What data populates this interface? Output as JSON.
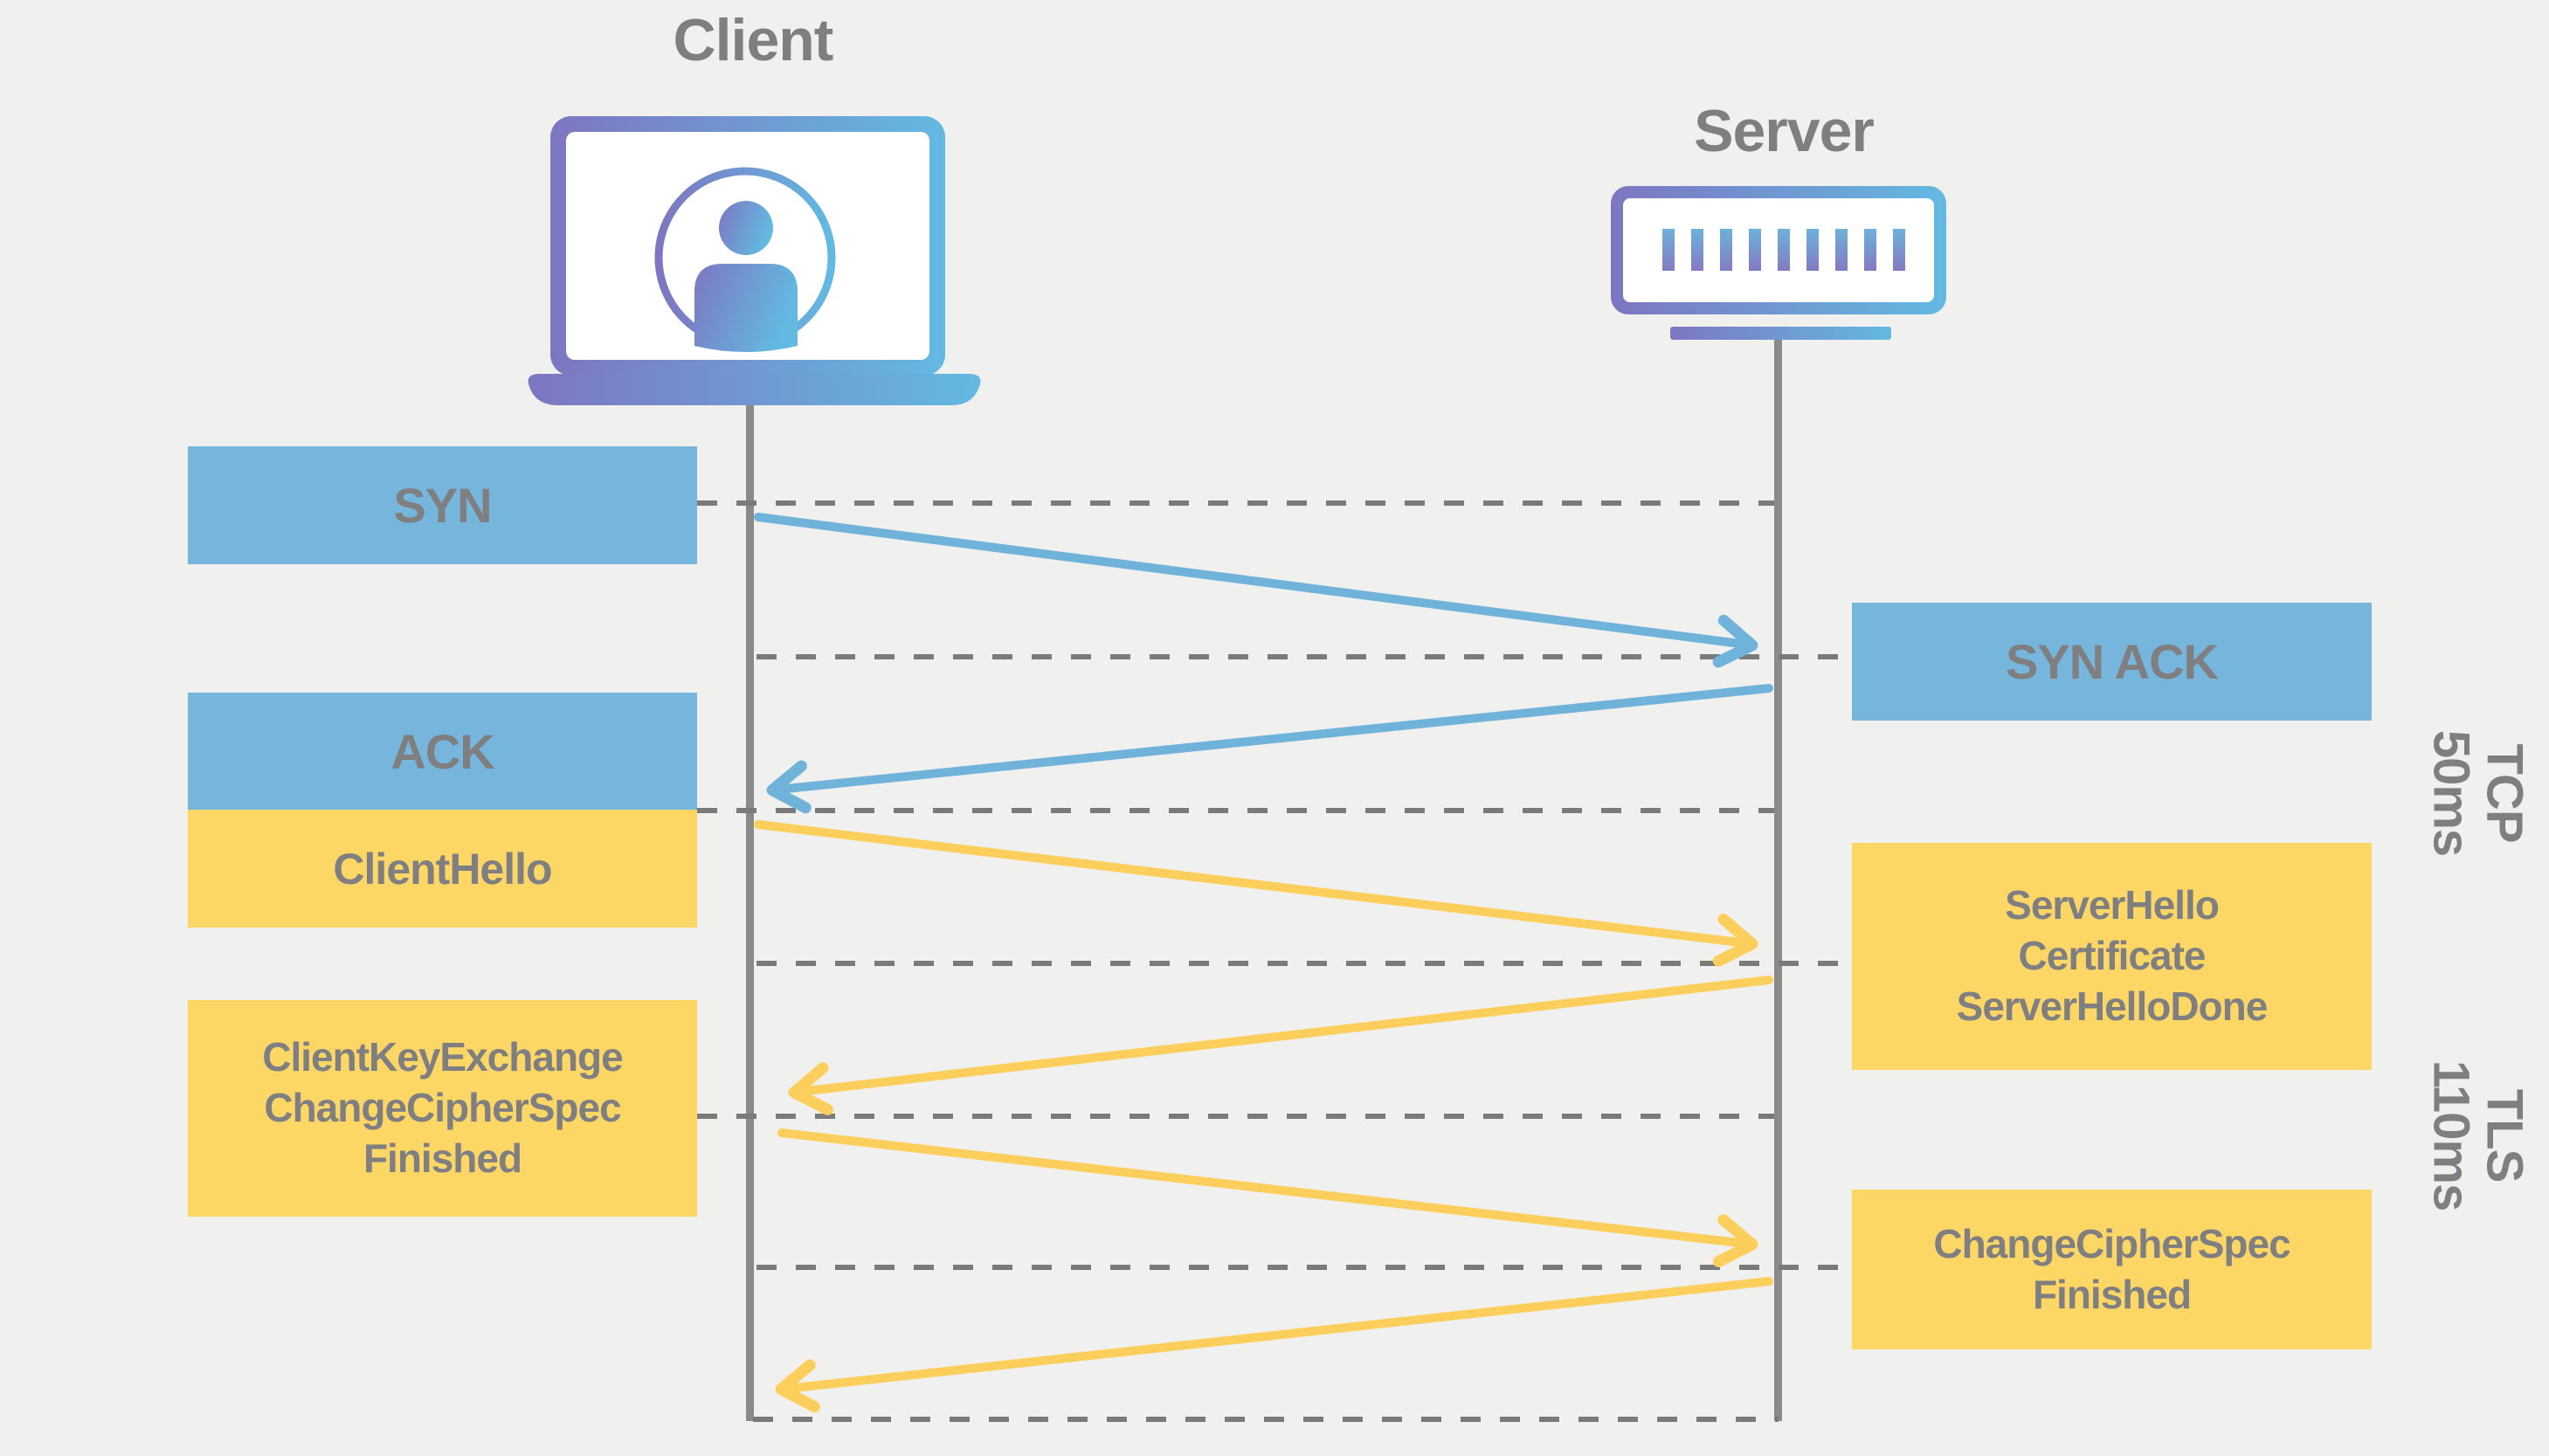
{
  "title_hint": "TCP and TLS handshake sequence diagram",
  "colors": {
    "bg": "#f0f0ee",
    "blue": "#76b5dc",
    "yellow": "#fdd765",
    "arrow-blue": "#6fb3db",
    "arrow-yellow": "#fccf5d",
    "text-gray": "#7f7f82",
    "line-gray": "#8a8a8a",
    "dash-gray": "#7a7a7a",
    "grad-purple": "#7d76c1",
    "grad-blue": "#63b9e2"
  },
  "actors": {
    "client": {
      "label": "Client",
      "icon": "laptop-user-icon"
    },
    "server": {
      "label": "Server",
      "icon": "server-icon"
    }
  },
  "messages": [
    {
      "id": "syn",
      "from": "client",
      "to": "server",
      "protocol": "TCP",
      "color": "blue",
      "lines": [
        "SYN"
      ]
    },
    {
      "id": "syn-ack",
      "from": "server",
      "to": "client",
      "protocol": "TCP",
      "color": "blue",
      "lines": [
        "SYN ACK"
      ]
    },
    {
      "id": "ack",
      "from": "client",
      "to": "server",
      "protocol": "TCP",
      "color": "blue",
      "lines": [
        "ACK"
      ]
    },
    {
      "id": "client-hello",
      "from": "client",
      "to": "server",
      "protocol": "TLS",
      "color": "yellow",
      "lines": [
        "ClientHello"
      ]
    },
    {
      "id": "server-hello",
      "from": "server",
      "to": "client",
      "protocol": "TLS",
      "color": "yellow",
      "lines": [
        "ServerHello",
        "Certificate",
        "ServerHelloDone"
      ]
    },
    {
      "id": "client-key-exchange",
      "from": "client",
      "to": "server",
      "protocol": "TLS",
      "color": "yellow",
      "lines": [
        "ClientKeyExchange",
        "ChangeCipherSpec",
        "Finished"
      ]
    },
    {
      "id": "change-cipher-spec",
      "from": "server",
      "to": "client",
      "protocol": "TLS",
      "color": "yellow",
      "lines": [
        "ChangeCipherSpec",
        "Finished"
      ]
    }
  ],
  "phases": [
    {
      "id": "tcp",
      "label_lines": [
        "TCP",
        "50ms"
      ]
    },
    {
      "id": "tls",
      "label_lines": [
        "TLS",
        "110ms"
      ]
    }
  ]
}
